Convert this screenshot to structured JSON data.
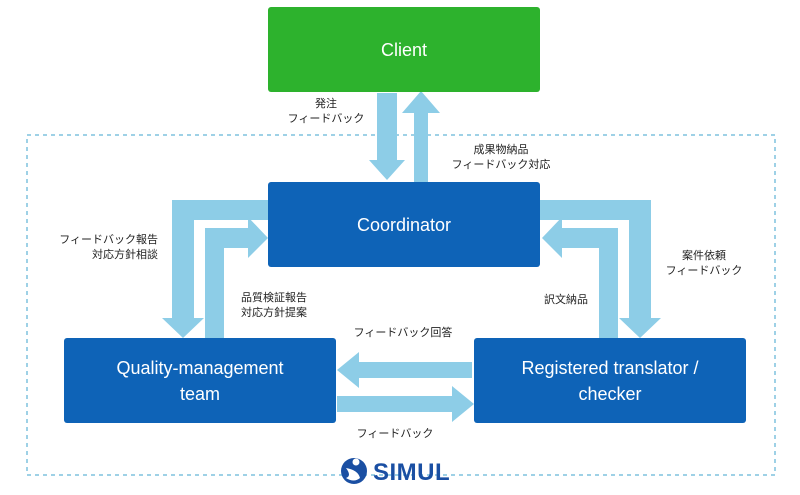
{
  "nodes": {
    "client": "Client",
    "coordinator": "Coordinator",
    "qm_line1": "Quality-management",
    "qm_line2": "team",
    "translator_line1": "Registered translator /",
    "translator_line2": "checker"
  },
  "labels": {
    "order": [
      "発注",
      "フィードバック"
    ],
    "deliverables": [
      "成果物納品",
      "フィードバック対応"
    ],
    "fb_report": [
      "フィードバック報告",
      "対応方針相談"
    ],
    "qc_report": [
      "品質検証報告",
      "対応方針提案"
    ],
    "request": [
      "案件依頼",
      "フィードバック"
    ],
    "translation_delivery": "訳文納品",
    "fb_answer": "フィードバック回答",
    "fb_bottom": "フィードバック"
  },
  "logo": {
    "text": "SIMUL"
  },
  "colors": {
    "client": "#2db22d",
    "node": "#0e63b7",
    "arrow": "#8dcde7",
    "dashed_border": "#7fc2de",
    "logo": "#1a4fa3"
  }
}
